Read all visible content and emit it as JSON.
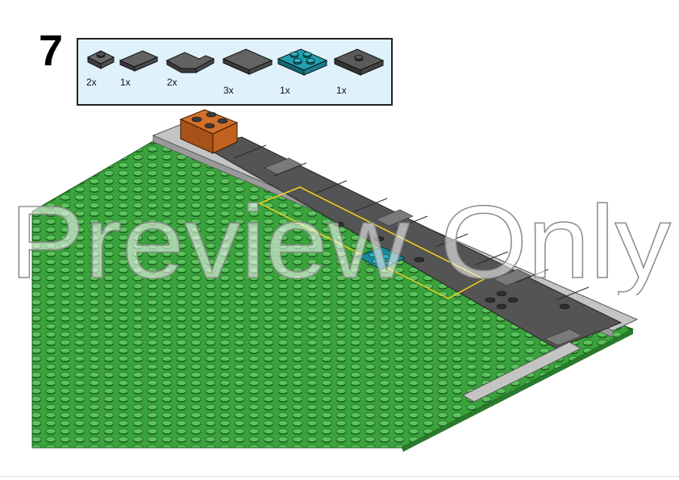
{
  "step": {
    "number": "7"
  },
  "parts": [
    {
      "icon": "plate-1x1-round-stud",
      "color": "#5a5a5a",
      "qty": "2x"
    },
    {
      "icon": "tile-1x2",
      "color": "#5a5a5a",
      "qty": "1x"
    },
    {
      "icon": "tile-corner-2x2",
      "color": "#5a5a5a",
      "qty": "2x"
    },
    {
      "icon": "tile-2x2",
      "color": "#5a5a5a",
      "qty": "3x"
    },
    {
      "icon": "plate-2x2",
      "color": "#1a8a9a",
      "qty": "1x"
    },
    {
      "icon": "plate-2x2-jumper",
      "color": "#5a5a5a",
      "qty": "1x"
    }
  ],
  "scene": {
    "baseplate_color": "#3aa33c",
    "road_color": "#4f4f4f",
    "curb_color": "#b8b8b8",
    "brick_color": "#c8651b",
    "accent_plate_color": "#1a8a9a",
    "marking_color": "#f0d21a"
  },
  "watermark": {
    "text": "Preview Only"
  }
}
